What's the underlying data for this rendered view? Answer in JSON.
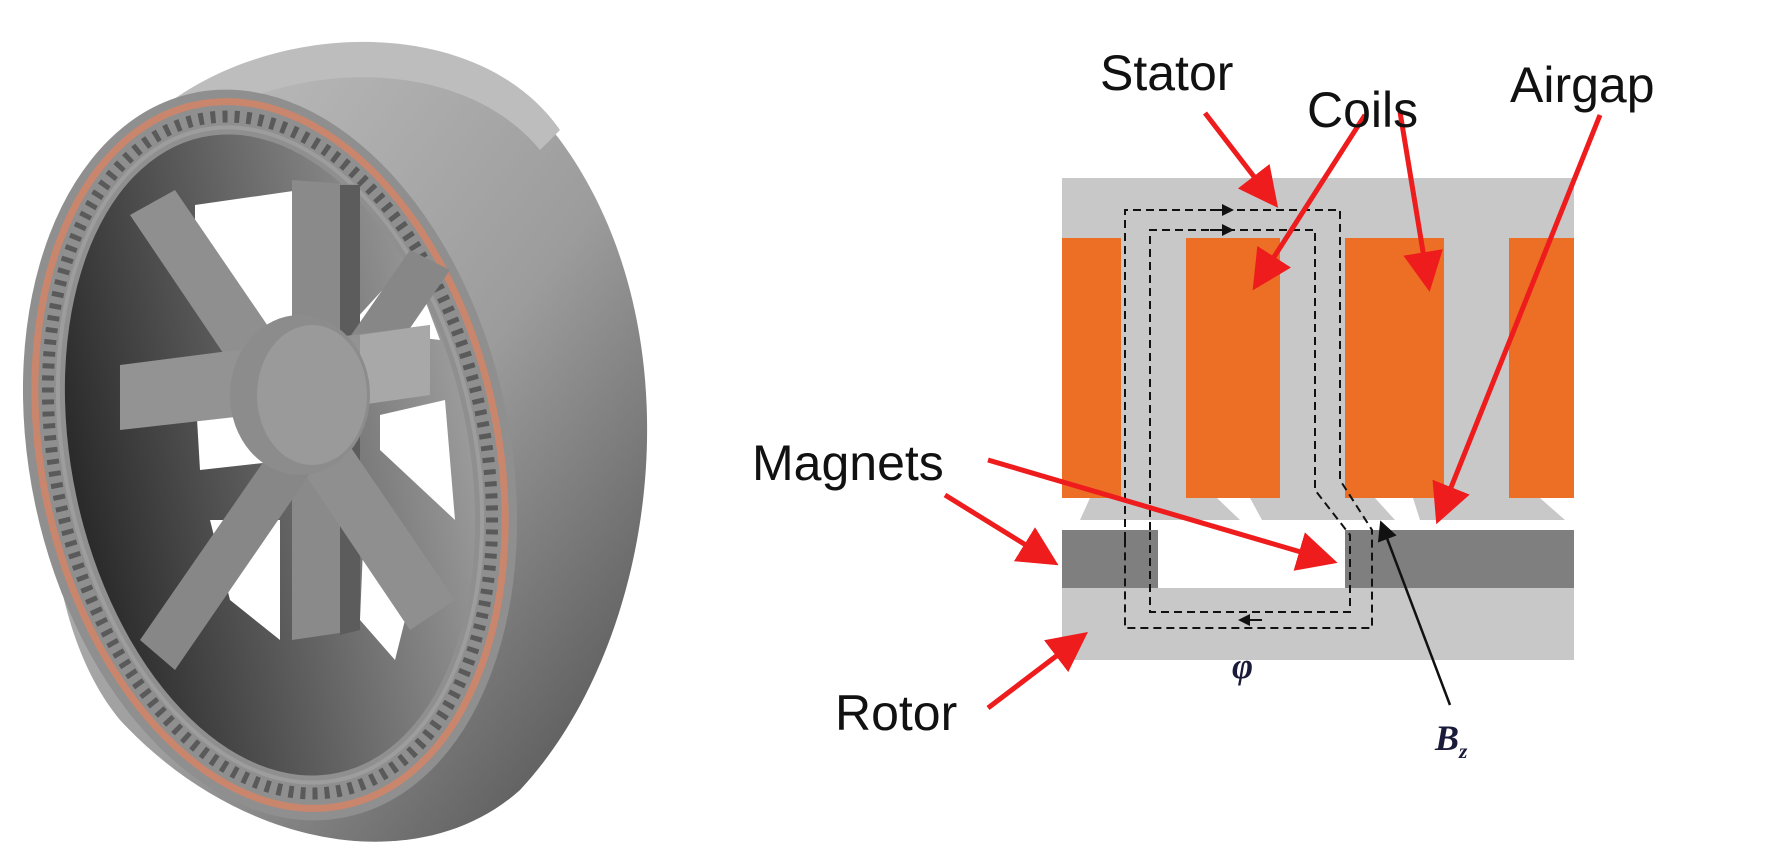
{
  "labels": {
    "stator": "Stator",
    "coils": "Coils",
    "airgap": "Airgap",
    "magnets": "Magnets",
    "rotor": "Rotor",
    "flux_symbol": "φ",
    "bz_symbol": "B",
    "bz_subscript": "z"
  },
  "colors": {
    "arrow": "#ee1c1c",
    "coil": "#ec6f25",
    "steel_light": "#c8c8c8",
    "magnet": "#7f7f7f",
    "wheel_rim": "#a7a7a7",
    "copper_ring": "#c9866c"
  }
}
